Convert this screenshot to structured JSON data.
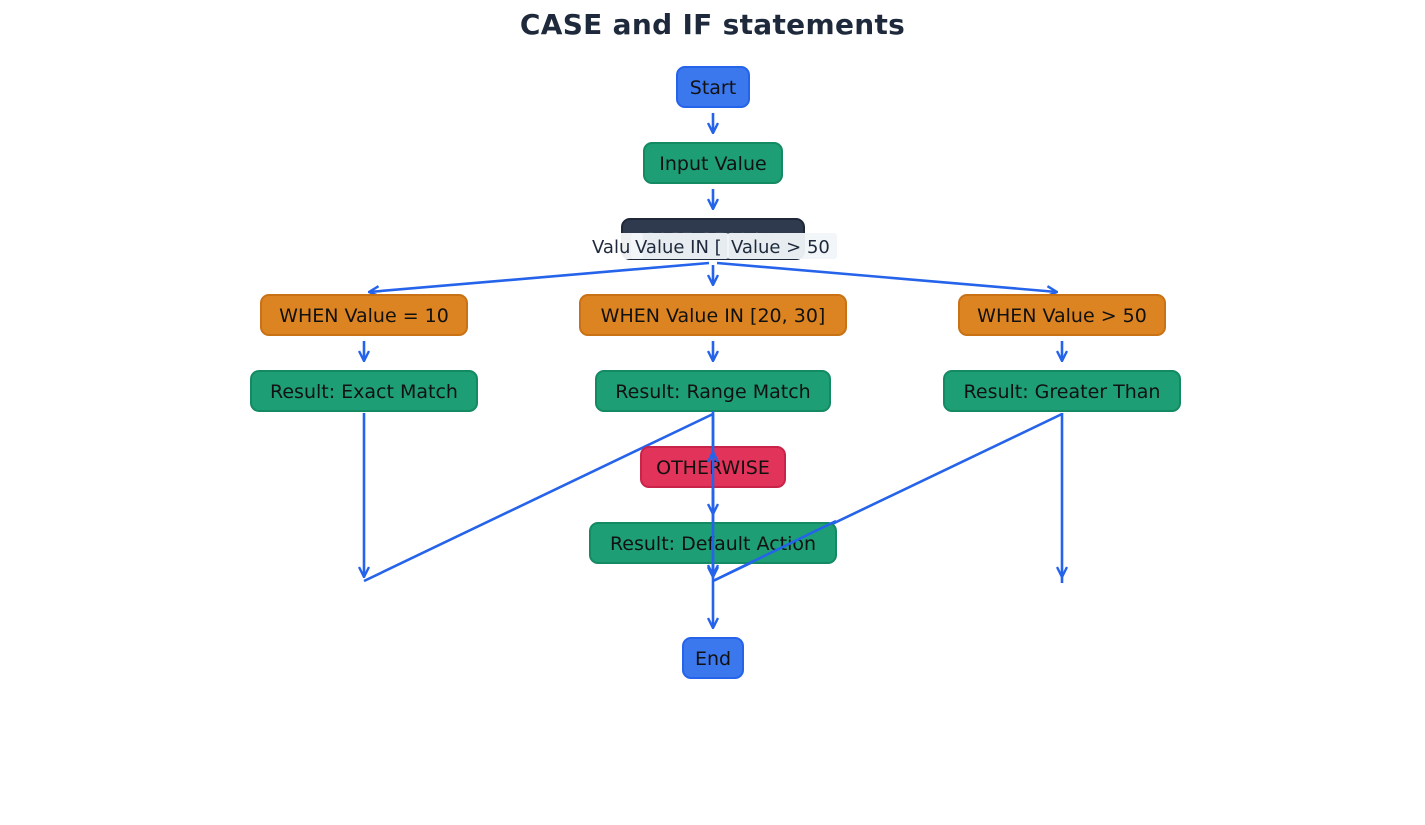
{
  "title": "CASE and IF statements",
  "colors": {
    "start_end": "#3b78ee",
    "process": "#1e9e74",
    "condition": "#dc8322",
    "otherwise": "#e2335a",
    "case": "#2f3a4f",
    "edge": "#2563eb"
  },
  "nodes": {
    "start": "Start",
    "input": "Input Value",
    "case": "CASE OF Value",
    "case_overlay_1": "Valu",
    "case_overlay_2": "Value IN [",
    "case_overlay_3": "Value > 50",
    "when_10": "WHEN Value = 10",
    "when_range": "WHEN Value IN [20, 30]",
    "when_gt": "WHEN Value > 50",
    "result_exact": "Result: Exact Match",
    "result_range": "Result: Range Match",
    "result_greater": "Result: Greater Than",
    "otherwise": "OTHERWISE",
    "result_default": "Result: Default Action",
    "end": "End"
  }
}
